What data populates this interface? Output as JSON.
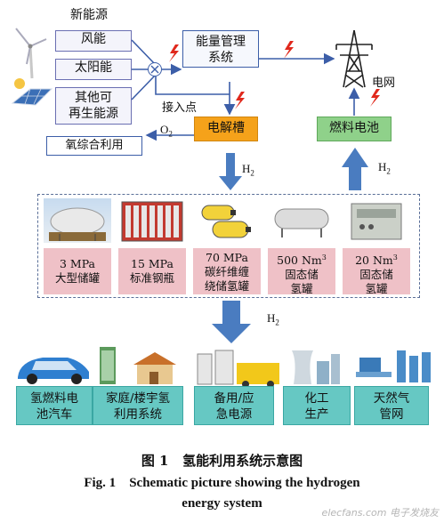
{
  "sources": {
    "title": "新能源",
    "wind": "风能",
    "solar": "太阳能",
    "other_line1": "其他可",
    "other_line2": "再生能源"
  },
  "junction_label": "接入点",
  "energy_mgmt_line1": "能量管理",
  "energy_mgmt_line2": "系统",
  "grid_label": "电网",
  "electrolyzer": "电解槽",
  "fuel_cell": "燃料电池",
  "o2_label": "O",
  "o2_sub": "2",
  "oxygen_use": "氧综合利用",
  "h2_down": {
    "main": "H",
    "sub": "2"
  },
  "h2_up": {
    "main": "H",
    "sub": "2"
  },
  "h2_apps": {
    "main": "H",
    "sub": "2"
  },
  "storage": [
    {
      "line1": "3 MPa",
      "line2": "大型储罐"
    },
    {
      "line1": "15 MPa",
      "line2": "标准钢瓶"
    },
    {
      "line1": "70 MPa",
      "line2": "碳纤维缠",
      "line3": "绕储氢罐"
    },
    {
      "line1": "500 Nm",
      "sup": "3",
      "line2": "固态储",
      "line3": "氢罐"
    },
    {
      "line1": "20 Nm",
      "sup": "3",
      "line2": "固态储",
      "line3": "氢罐"
    }
  ],
  "applications": [
    {
      "line1": "氢燃料电",
      "line2": "池汽车"
    },
    {
      "line1": "家庭/楼宇氢",
      "line2": "利用系统"
    },
    {
      "line1": "备用/应",
      "line2": "急电源"
    },
    {
      "line1": "化工",
      "line2": "生产"
    },
    {
      "line1": "天然气",
      "line2": "管网"
    }
  ],
  "caption": {
    "cn_num": "图 1",
    "cn_text": "氢能利用系统示意图",
    "en_num": "Fig. 1",
    "en_text_line1": "Schematic picture showing the hydrogen",
    "en_text_line2": "energy system"
  },
  "watermark": "elecfans.com 电子发烧友",
  "colors": {
    "arrow_blue": "#4a7cc0",
    "lightning_red": "#e0281c",
    "electrolyzer_orange": "#f5a21a",
    "fuelcell_green": "#8fd18a",
    "storage_pink": "#efc1c7",
    "app_teal": "#66c8c3"
  }
}
